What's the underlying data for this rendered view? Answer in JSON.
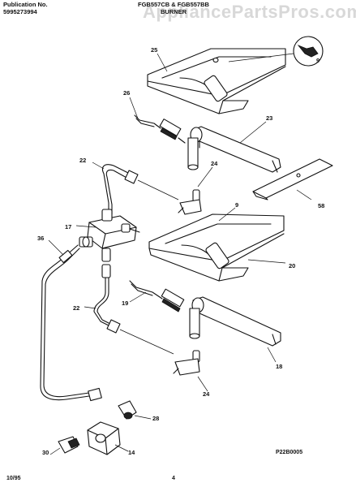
{
  "header": {
    "publication_label": "Publication No.",
    "publication_number": "5995273994",
    "models": "FGB557CB & FGB557BB",
    "section_title": "BURNER"
  },
  "watermark": "AppliancePartsPros.com",
  "callouts": {
    "c25": "25",
    "c9a": "9",
    "c26": "26",
    "c23": "23",
    "c22a": "22",
    "c24a": "24",
    "c58": "58",
    "c17": "17",
    "c9b": "9",
    "c36": "36",
    "c20": "20",
    "c19": "19",
    "c22b": "22",
    "c18": "18",
    "c24b": "24",
    "c28": "28",
    "c30": "30",
    "c14": "14"
  },
  "footer": {
    "date": "10/95",
    "page": "4",
    "diagram_code": "P22B0005"
  }
}
